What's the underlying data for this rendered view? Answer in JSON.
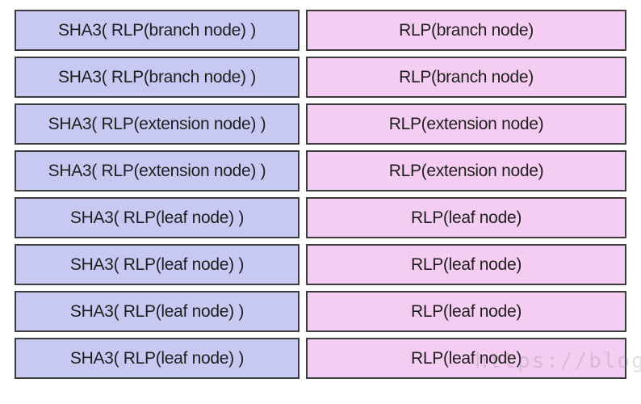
{
  "table": {
    "rows": [
      {
        "key": "SHA3( RLP(branch node) )",
        "value": "RLP(branch node)"
      },
      {
        "key": "SHA3( RLP(branch node) )",
        "value": "RLP(branch node)"
      },
      {
        "key": "SHA3( RLP(extension node) )",
        "value": "RLP(extension node)"
      },
      {
        "key": "SHA3( RLP(extension node) )",
        "value": "RLP(extension node)"
      },
      {
        "key": "SHA3( RLP(leaf node) )",
        "value": "RLP(leaf node)"
      },
      {
        "key": "SHA3( RLP(leaf node) )",
        "value": "RLP(leaf node)"
      },
      {
        "key": "SHA3( RLP(leaf node) )",
        "value": "RLP(leaf node)"
      },
      {
        "key": "SHA3( RLP(leaf node) )",
        "value": "RLP(leaf node)"
      }
    ]
  },
  "watermark": "https://blog",
  "colors": {
    "key_fill": "#c7c9f3",
    "value_fill": "#f6cdf2",
    "border": "#3c3c3c"
  }
}
